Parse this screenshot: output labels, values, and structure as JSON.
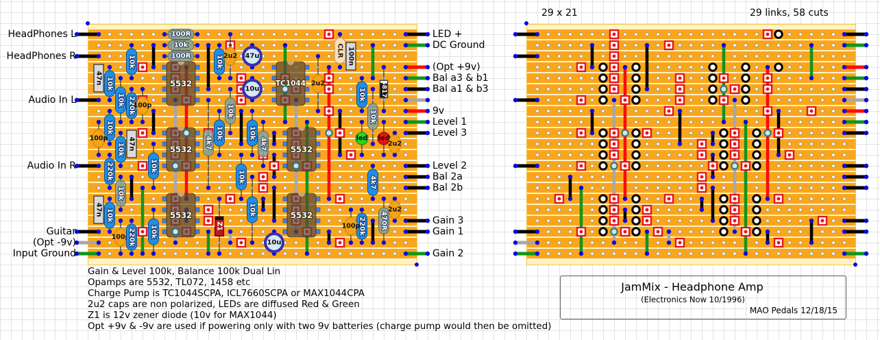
{
  "header": {
    "board_size": "29 x 21",
    "stats": "29 links, 58 cuts"
  },
  "terminals": {
    "left": [
      {
        "label": "HeadPhones L",
        "wire": "black"
      },
      {
        "label": "HeadPhones R",
        "wire": "black"
      },
      {
        "label": "Audio In L",
        "wire": "black"
      },
      {
        "label": "Audio In R",
        "wire": "black"
      },
      {
        "label": "Guitar",
        "wire": "black"
      },
      {
        "label": "(Opt -9v)",
        "wire": "gray"
      },
      {
        "label": "Input Ground",
        "wire": "green"
      }
    ],
    "right": [
      {
        "label": "LED +",
        "wire": "black"
      },
      {
        "label": "DC Ground",
        "wire": "green"
      },
      {
        "label": "(Opt +9v)",
        "wire": "red"
      },
      {
        "label": "Bal a3 & b1",
        "wire": "green"
      },
      {
        "label": "Bal a1 & b3",
        "wire": "black"
      },
      {
        "wire": "gray"
      },
      {
        "label": "9v",
        "wire": "red"
      },
      {
        "label": "Level 1",
        "wire": "green"
      },
      {
        "label": "Level 3",
        "wire": "black"
      },
      {
        "label": "Level 2",
        "wire": "black"
      },
      {
        "label": "Bal 2a",
        "wire": "black"
      },
      {
        "label": "Bal 2b",
        "wire": "black"
      },
      {
        "label": "Gain 3",
        "wire": "black"
      },
      {
        "label": "Gain 1",
        "wire": "black"
      },
      {
        "label": "Gain 2",
        "wire": "green"
      }
    ]
  },
  "palette": {
    "black": "#000000",
    "green": "#11961A",
    "red": "#FF0A0A",
    "gray": "#A8A8A8",
    "strip": "#F9A61C",
    "cut": "#E5161B",
    "pad": "#0A0AE6"
  },
  "components": [
    {
      "type": "resistor-mf",
      "value": "100R"
    },
    {
      "type": "resistor-mf",
      "value": "10k"
    },
    {
      "type": "resistor-mf",
      "value": "100R"
    },
    {
      "type": "resistor",
      "value": "10k"
    },
    {
      "type": "resistor",
      "value": "10k"
    },
    {
      "type": "film-cap",
      "value": "47n"
    },
    {
      "type": "resistor",
      "value": "10k"
    },
    {
      "type": "resistor",
      "value": "10k"
    },
    {
      "type": "resistor",
      "value": "220k"
    },
    {
      "type": "ceramic-cap",
      "value": "100p"
    },
    {
      "type": "ceramic-cap",
      "value": "2u2"
    },
    {
      "type": "electrolytic",
      "value": "47u"
    },
    {
      "type": "electrolytic",
      "value": "10u"
    },
    {
      "type": "ceramic-cap",
      "value": "2u2"
    },
    {
      "type": "resistor-clr",
      "value": "CLR"
    },
    {
      "type": "film-cap",
      "value": "100n"
    },
    {
      "type": "resistor",
      "value": "10k"
    },
    {
      "type": "diode",
      "value": "5817"
    },
    {
      "type": "resistor-mf",
      "value": "10k"
    },
    {
      "type": "resistor-mf",
      "value": "10k"
    },
    {
      "type": "resistor",
      "value": "10k"
    },
    {
      "type": "ceramic-cap",
      "value": "100p"
    },
    {
      "type": "film-cap",
      "value": "47n"
    },
    {
      "type": "resistor",
      "value": "10k"
    },
    {
      "type": "resistor",
      "value": "10k"
    },
    {
      "type": "resistor",
      "value": "10k"
    },
    {
      "type": "resistor-mf",
      "value": "4k7"
    },
    {
      "type": "resistor-mf",
      "value": "4k7"
    },
    {
      "type": "led-green",
      "value": "led"
    },
    {
      "type": "led-red",
      "value": "led"
    },
    {
      "type": "ceramic-cap",
      "value": "2u2"
    },
    {
      "type": "resistor",
      "value": "220k"
    },
    {
      "type": "resistor",
      "value": "10k"
    },
    {
      "type": "resistor",
      "value": "10k"
    },
    {
      "type": "resistor",
      "value": "4k7"
    },
    {
      "type": "resistor-mf",
      "value": "10k"
    },
    {
      "type": "resistor",
      "value": "10k"
    },
    {
      "type": "film-cap",
      "value": "47n"
    },
    {
      "type": "resistor",
      "value": "10k"
    },
    {
      "type": "zener",
      "value": "Z1"
    },
    {
      "type": "electrolytic",
      "value": "10u"
    },
    {
      "type": "ceramic-cap",
      "value": "2u2"
    },
    {
      "type": "resistor",
      "value": "220k"
    },
    {
      "type": "resistor-mf",
      "value": "470R"
    },
    {
      "type": "ceramic-cap",
      "value": "100p"
    },
    {
      "type": "ceramic-cap",
      "value": "100p"
    },
    {
      "type": "resistor",
      "value": "220k"
    },
    {
      "type": "resistor",
      "value": "10k"
    }
  ],
  "ics": [
    {
      "part": "5532"
    },
    {
      "part": "5532"
    },
    {
      "part": "5532"
    },
    {
      "part": "TC1044"
    },
    {
      "part": "5532"
    },
    {
      "part": "5532"
    }
  ],
  "notes": [
    "Gain & Level 100k, Balance 100k Dual Lin",
    "Opamps are 5532, TL072, 1458 etc",
    "Charge Pump is TC1044SCPA, ICL7660SCPA or MAX1044CPA",
    "2u2 caps are non polarized, LEDs are diffused Red & Green",
    "Z1 is 12v zener diode (10v for MAX1044)",
    "Opt +9v & -9v are used if powering only with two 9v batteries (charge pump would then be omitted)"
  ],
  "title_box": {
    "title": "JamMix - Headphone Amp",
    "subtitle": "(Electronics Now 10/1996)",
    "credit": "MAO Pedals 12/18/15"
  }
}
